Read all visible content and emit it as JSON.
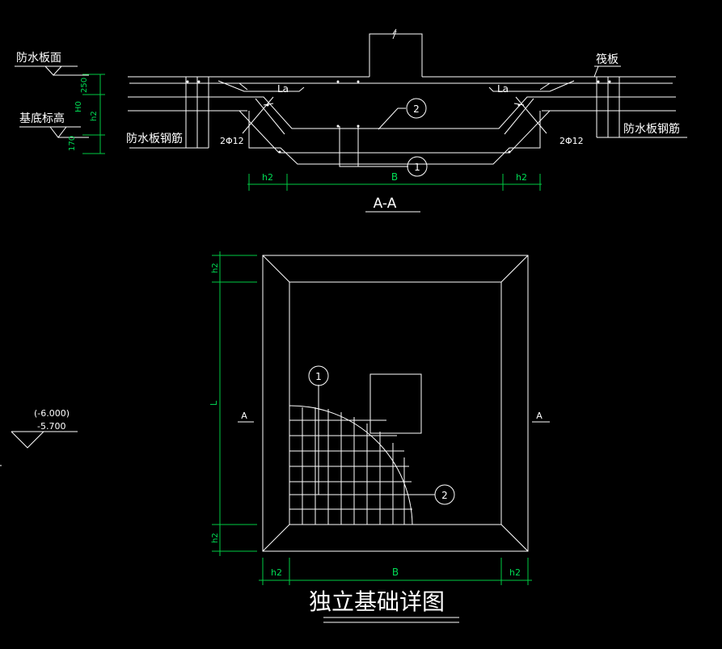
{
  "section_view": {
    "title": "A-A",
    "labels": {
      "waterproof_top": "防水板面",
      "base_elevation": "基底标高",
      "raft": "筏板",
      "waterproof_rebar_left": "防水板钢筋",
      "waterproof_rebar_right": "防水板钢筋",
      "bar_left": "2Φ12",
      "bar_right": "2Φ12",
      "la_left": "La",
      "la_right": "La"
    },
    "dims_vertical": {
      "d250": "250",
      "h0": "H0",
      "h2": "h2",
      "d170": "170"
    },
    "dims_horizontal": {
      "h2_left": "h2",
      "b": "B",
      "h2_right": "h2"
    },
    "callouts": {
      "c1": "1",
      "c2": "2"
    }
  },
  "plan_view": {
    "title": "独立基础详图",
    "section_mark_left": "A",
    "section_mark_right": "A",
    "dims_vertical": {
      "h2_top": "h2",
      "l": "L",
      "h2_bottom": "h2"
    },
    "dims_horizontal": {
      "h2_left": "h2",
      "b": "B",
      "h2_right": "h2"
    },
    "callouts": {
      "c1": "1",
      "c2": "2"
    }
  },
  "elevation_note": {
    "value_paren": "(-6.000)",
    "value": "-5.700"
  },
  "colors": {
    "background": "#000000",
    "lines": "#ffffff",
    "dimensions": "#00cc44"
  }
}
